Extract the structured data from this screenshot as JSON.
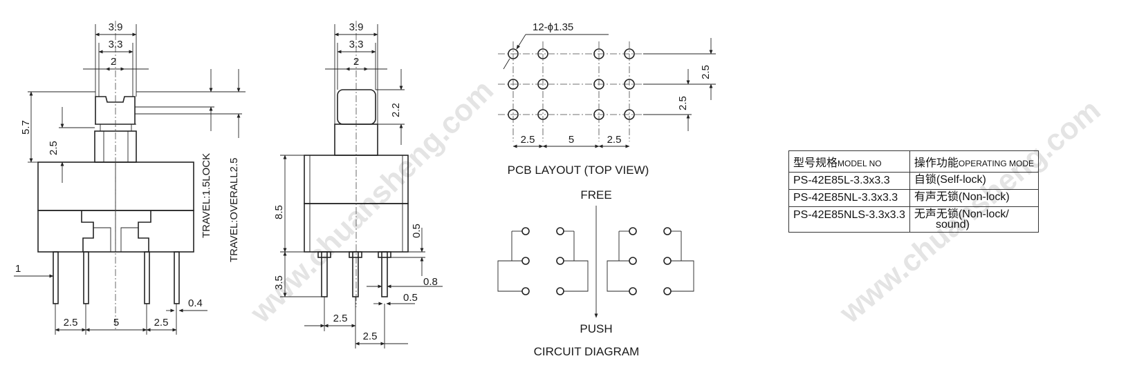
{
  "watermark": "www.chuansheng.com",
  "side_view": {
    "width_outer": "3.9",
    "width_mid": "3.3",
    "width_inner": "2",
    "height_left": "5.7",
    "height_button": "2.5",
    "travel_lock": "TRAVEL:1.5LOCK",
    "travel_overall": "TRAVEL:OVERALL2.5",
    "pin_offset": "1",
    "pin_thickness": "0.4",
    "pitch_left": "2.5",
    "pitch_mid": "5",
    "pitch_right": "2.5"
  },
  "front_view": {
    "width_outer": "3.9",
    "width_mid": "3.3",
    "width_inner": "2",
    "button_height": "2.2",
    "body_height": "8.5",
    "pin_length": "3.5",
    "shoulder": "0.5",
    "pin_width": "0.8",
    "pin_tip": "0.5",
    "pitch_a": "2.5",
    "pitch_b": "2.5"
  },
  "pcb_layout": {
    "hole_spec": "12-ϕ1.35",
    "row_pitch_top": "2.5",
    "row_pitch_bottom": "2.5",
    "col_left": "2.5",
    "col_mid": "5",
    "col_right": "2.5",
    "caption": "PCB LAYOUT (TOP VIEW)"
  },
  "circuit": {
    "free_label": "FREE",
    "push_label": "PUSH",
    "caption": "CIRCUIT DIAGRAM"
  },
  "spec_table": {
    "header_model_cn": "型号规格",
    "header_model_en": "MODEL NO",
    "header_mode_cn": "操作功能",
    "header_mode_en": "OPERATING MODE",
    "rows": [
      {
        "model": "PS-42E85L-3.3x3.3",
        "mode": "自锁(Self-lock)"
      },
      {
        "model": "PS-42E85NL-3.3x3.3",
        "mode": "有声无锁(Non-lock)"
      },
      {
        "model": "PS-42E85NLS-3.3x3.3",
        "mode": "无声无锁(Non-lock/\n       sound)"
      }
    ]
  },
  "colors": {
    "line": "#222222",
    "watermark": "#cfcfcf"
  }
}
